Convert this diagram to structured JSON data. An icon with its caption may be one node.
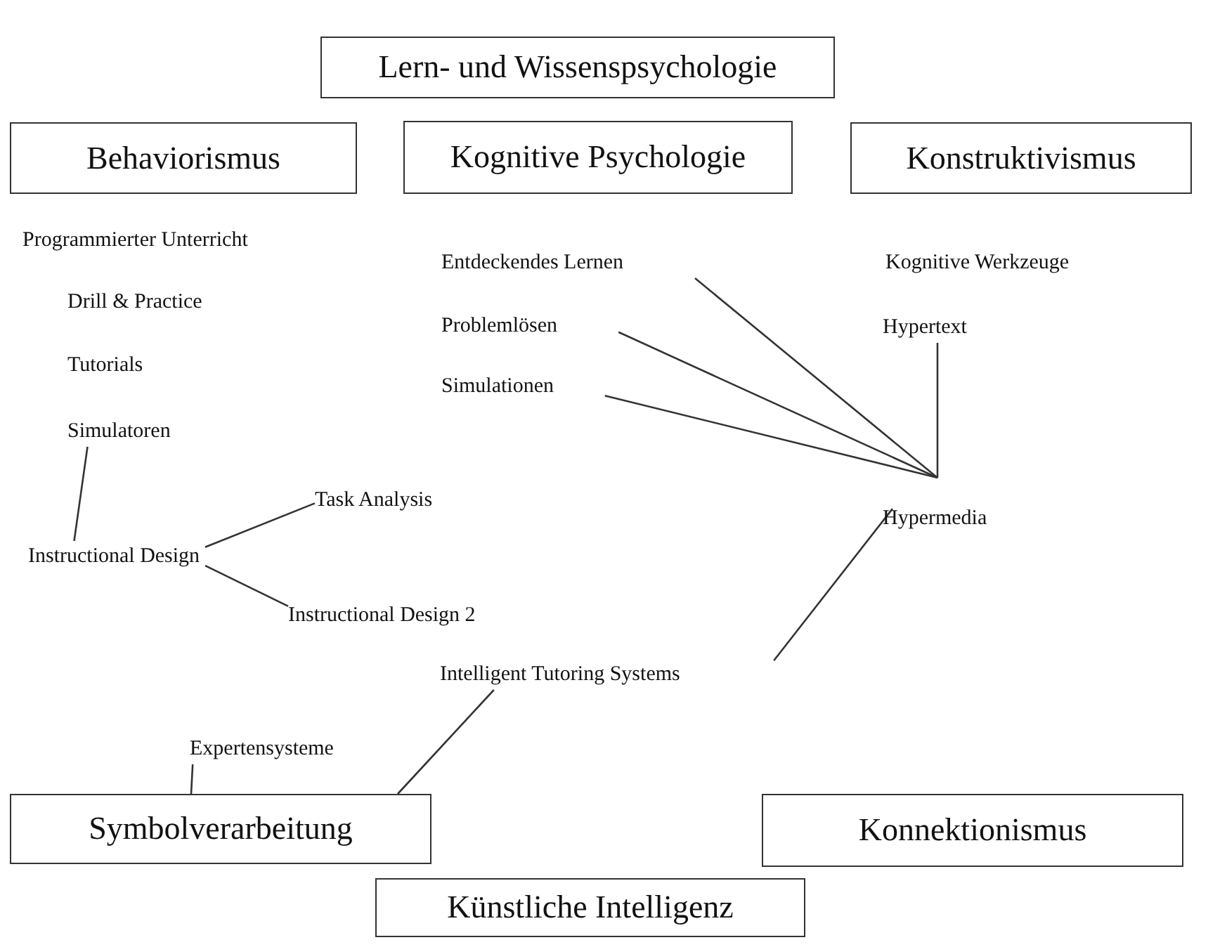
{
  "diagram": {
    "nodes": [
      {
        "text": [
          "Lern- und Wissenspsychologie"
        ]
      },
      {
        "text": [
          "Behaviorismus"
        ]
      },
      {
        "text": [
          "Kognitive Psychologie"
        ]
      },
      {
        "text": [
          "Konstruktivismus"
        ]
      },
      {
        "text": [
          "Programmierter Unterricht"
        ]
      },
      {
        "text": [
          "Drill & Practice"
        ]
      },
      {
        "text": [
          "Tutorials"
        ]
      },
      {
        "text": [
          "Simulatoren"
        ]
      },
      {
        "text": [
          "Instructional Design"
        ]
      },
      {
        "text": [
          "Task Analysis"
        ]
      },
      {
        "text": [
          "Instructional Design 2"
        ]
      },
      {
        "text": [
          "Entdeckendes Lernen"
        ]
      },
      {
        "text": [
          "Problemlösen"
        ]
      },
      {
        "text": [
          "Simulationen"
        ]
      },
      {
        "text": [
          "Kognitive Werkzeuge"
        ]
      },
      {
        "text": [
          "Hypertext"
        ]
      },
      {
        "text": [
          "Hypermedia"
        ]
      },
      {
        "text": [
          "Intelligent Tutoring Systems"
        ]
      },
      {
        "text": [
          "Expertensysteme"
        ]
      },
      {
        "text": [
          "Symbolverarbeitung"
        ]
      },
      {
        "text": [
          "Konnektionismus"
        ]
      },
      {
        "text": [
          "Künstliche Intelligenz"
        ]
      }
    ],
    "edges": [
      {
        "from": 7,
        "to": 8,
        "arrow": "none"
      },
      {
        "from": 8,
        "to": 9,
        "arrow": "none"
      },
      {
        "from": 8,
        "to": 10,
        "arrow": "none"
      },
      {
        "from": 11,
        "to": 16,
        "arrow": "none"
      },
      {
        "from": 12,
        "to": 16,
        "arrow": "none"
      },
      {
        "from": 13,
        "to": 16,
        "arrow": "none"
      },
      {
        "from": 15,
        "to": 16,
        "arrow": "none"
      },
      {
        "from": 16,
        "to": 17,
        "arrow": "none"
      },
      {
        "from": 17,
        "to": 19,
        "arrow": "none"
      },
      {
        "from": 18,
        "to": 19,
        "arrow": "none"
      }
    ]
  }
}
